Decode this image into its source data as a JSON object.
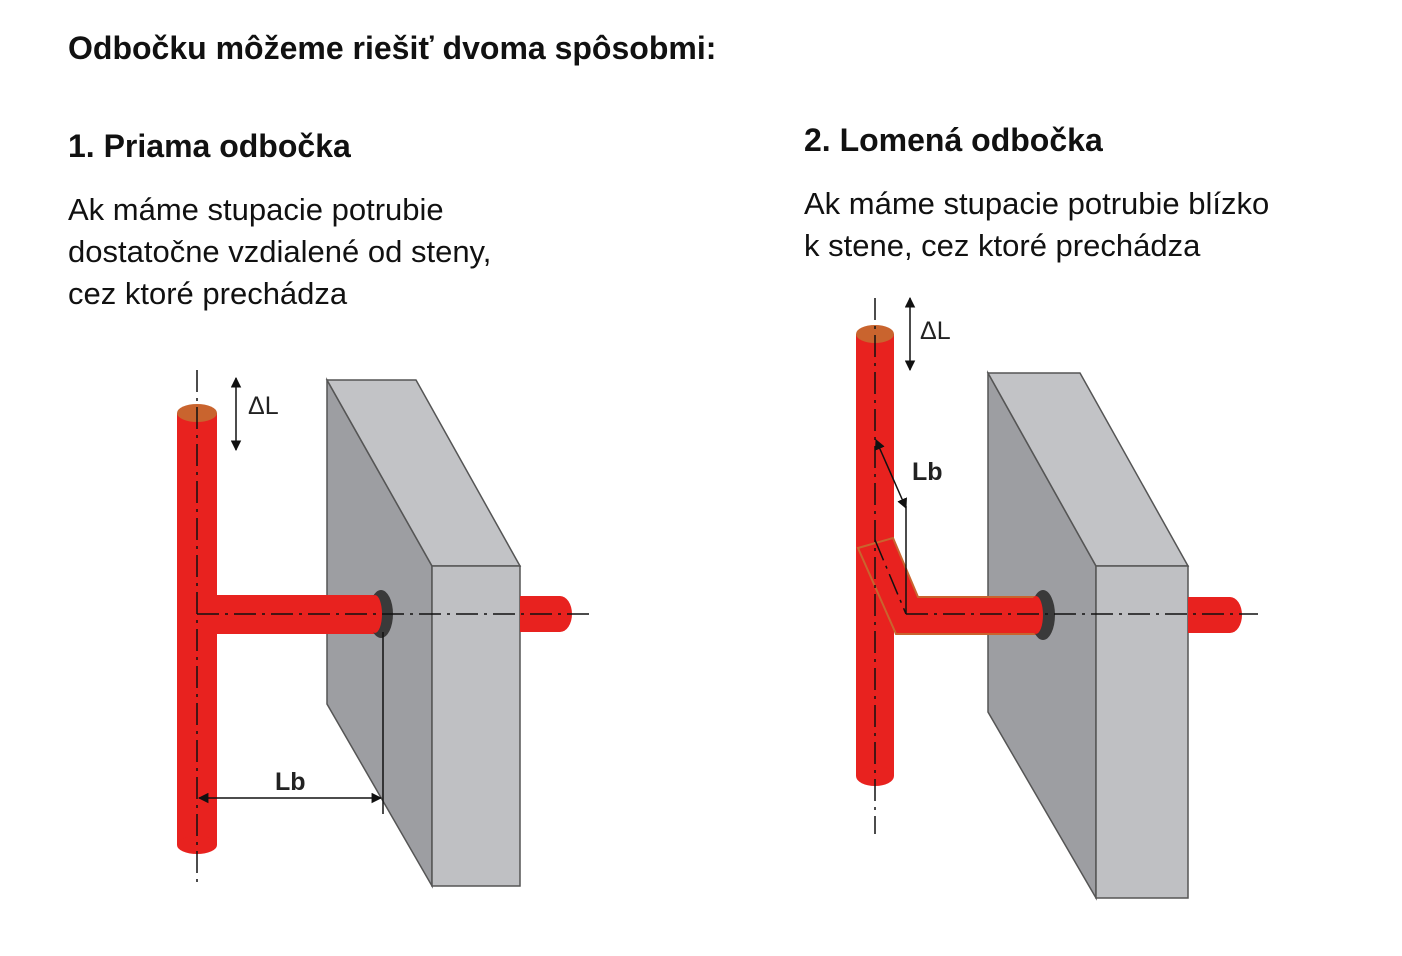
{
  "heading": "Odbočku môžeme riešiť dvoma spôsobmi:",
  "left": {
    "title": "1. Priama odbočka",
    "desc_lines": [
      "Ak máme stupacie potrubie",
      "dostatočne vzdialené od steny,",
      "cez ktoré prechádza"
    ],
    "label_dl": "ΔL",
    "label_lb": "Lb"
  },
  "right": {
    "title": "2. Lomená odbočka",
    "desc_lines": [
      "Ak máme stupacie potrubie blízko",
      "k stene, cez ktoré prechádza"
    ],
    "label_dl": "ΔL",
    "label_lb": "Lb"
  },
  "colors": {
    "pipe": "#e8221f",
    "pipe_cap": "#c9642e",
    "wall_front": "#9d9ea2",
    "wall_side": "#c2c3c6",
    "sleeve": "#3a3a3a",
    "text": "#111111"
  }
}
